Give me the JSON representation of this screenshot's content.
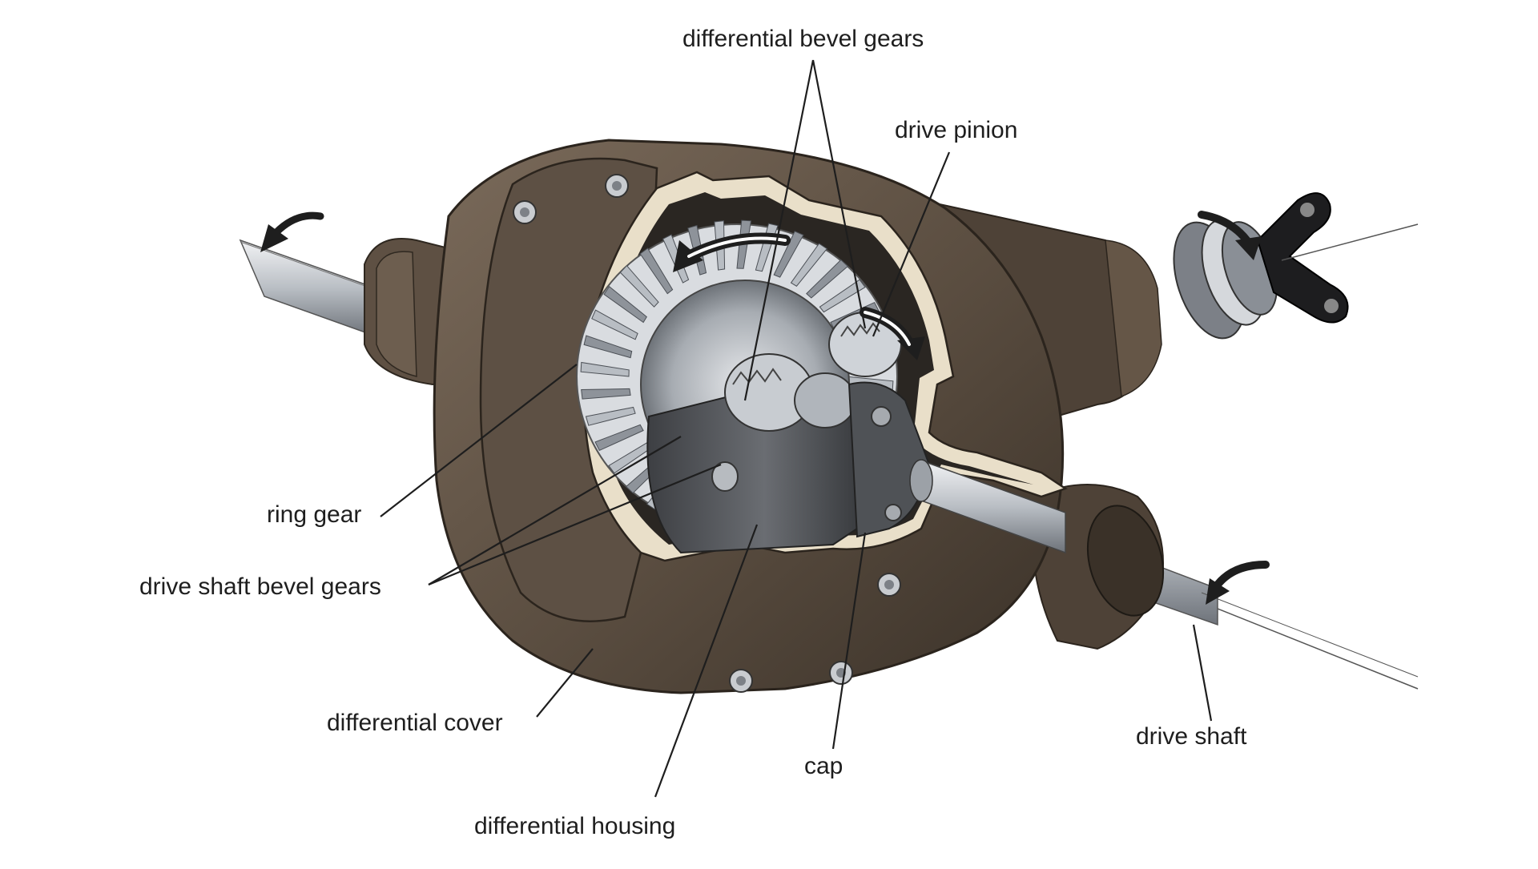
{
  "labels": {
    "differential_bevel_gears": "differential bevel gears",
    "drive_pinion": "drive pinion",
    "ring_gear": "ring gear",
    "drive_shaft_bevel_gears": "drive shaft bevel gears",
    "differential_cover": "differential cover",
    "differential_housing": "differential housing",
    "cap": "cap",
    "drive_shaft": "drive shaft"
  },
  "colors": {
    "housing": "#5a4d40",
    "housing_dark": "#3a3128",
    "housing_light": "#7a6a5a",
    "gasket": "#e8dcc4",
    "steel": "#9aa0a8",
    "steel_light": "#d8dce0",
    "shaft": "#c9cdd2",
    "leader": "#1e1e1e",
    "arrow": "#1e1e1e"
  },
  "icons": {
    "rotation_arrow": "curved-arrow-icon",
    "bolt": "bolt-icon",
    "yoke": "yoke-flange-icon"
  }
}
